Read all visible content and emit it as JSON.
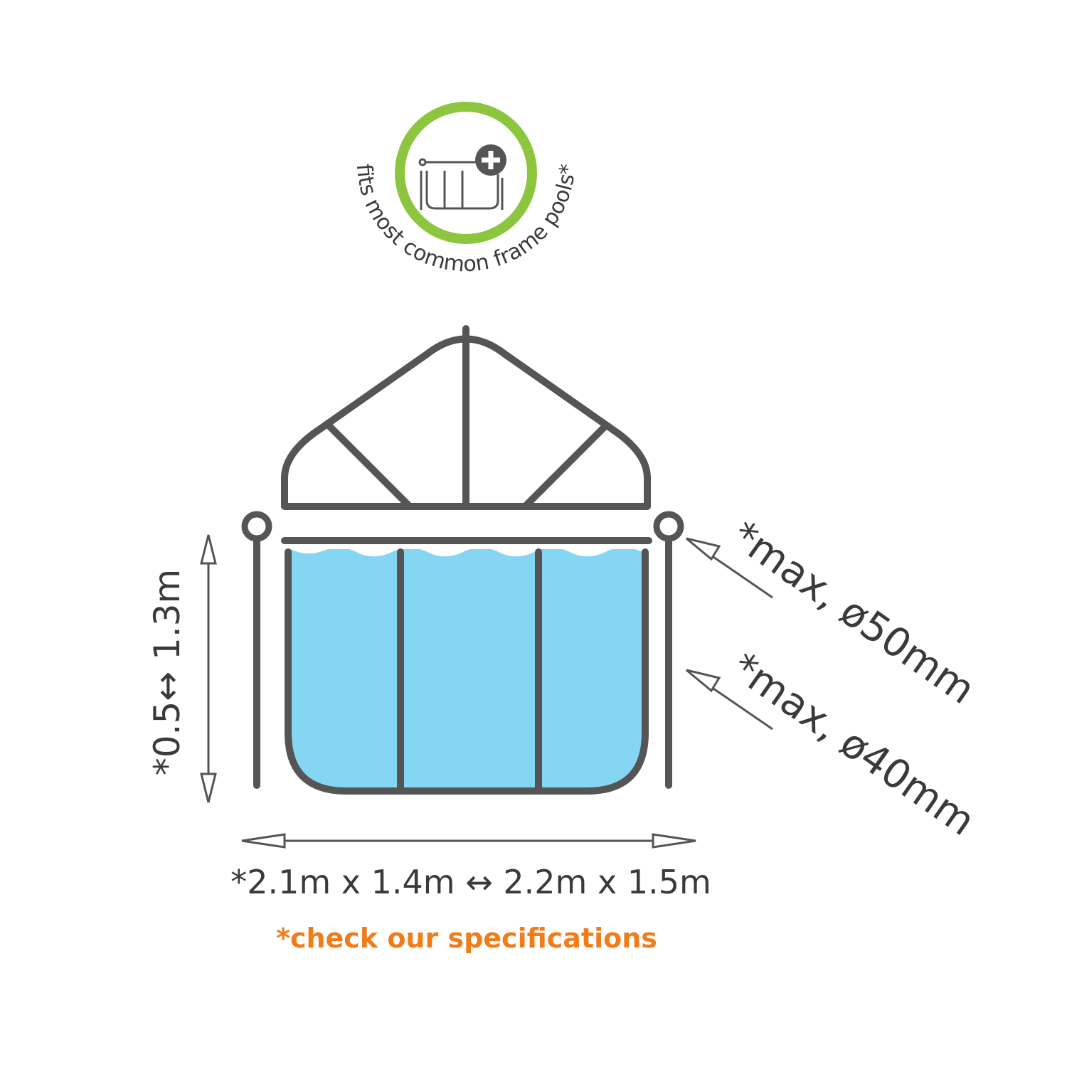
{
  "logo": {
    "badge_text": "fits most common frame pools*",
    "ring_color": "#8cc63f",
    "icon": "pool-plus-icon"
  },
  "dimensions": {
    "height_label": "*0.5↔ 1.3m",
    "width_label": "*2.1m x 1.4m ↔ 2.2m x 1.5m",
    "top_tube_label": "*max, ø50mm",
    "bottom_tube_label": "*max, ø40mm"
  },
  "note": {
    "text": "*check our specifications",
    "color": "#f07d1a"
  },
  "colors": {
    "frame": "#555555",
    "water": "#84d6f2"
  }
}
